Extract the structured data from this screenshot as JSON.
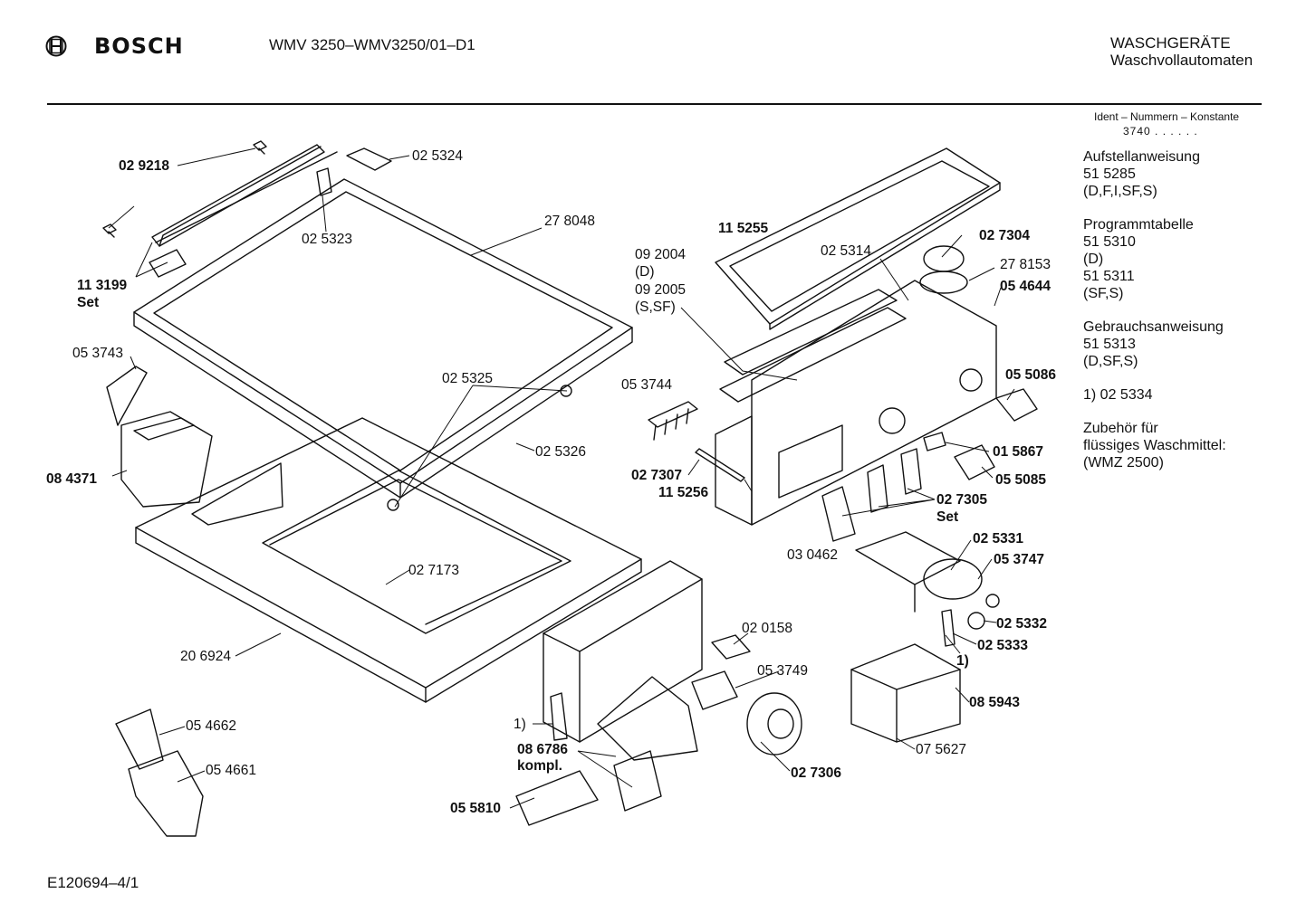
{
  "header": {
    "brand": "BOSCH",
    "model": "WMV 3250–WMV3250/01–D1",
    "category_line1": "WASCHGERÄTE",
    "category_line2": "Waschvollautomaten"
  },
  "ident": {
    "title": "Ident – Nummern – Konstante",
    "value": "3740  .  .  .  .  .  ."
  },
  "side_notes": [
    {
      "lines": [
        "Aufstellanweisung",
        "51 5285",
        "(D,F,I,SF,S)"
      ]
    },
    {
      "lines": [
        "Programmtabelle",
        "51 5310",
        "(D)",
        "51 5311",
        "(SF,S)"
      ]
    },
    {
      "lines": [
        "Gebrauchsanweisung",
        "51 5313",
        "(D,SF,S)"
      ]
    },
    {
      "lines": [
        "1)  02 5334"
      ]
    },
    {
      "lines": [
        "Zubehör für",
        "flüssiges Waschmittel:",
        "(WMZ 2500)"
      ]
    }
  ],
  "part_labels": [
    "02 9218",
    "02 5324",
    "02 5323",
    "11 3199",
    "Set",
    "27 8048",
    "05 3743",
    "08 4371",
    "02 5325",
    "02 5326",
    "02 7173",
    "20 6924",
    "05 4662",
    "05 4661",
    "09 2004",
    "(D)",
    "09 2005",
    "(S,SF)",
    "05 3744",
    "11 5255",
    "02 5314",
    "02 7304",
    "27 8153",
    "05 4644",
    "05 5086",
    "01 5867",
    "05 5085",
    "02 7307",
    "11 5256",
    "02 7305",
    "Set",
    "03 0462",
    "02 5331",
    "05 3747",
    "02 5332",
    "02 5333",
    "1)",
    "02 0158",
    "05 3749",
    "1)",
    "08 6786",
    "kompl.",
    "02 7306",
    "08 5943",
    "07 5627",
    "05 5810"
  ],
  "footer": {
    "code": "E120694–4/1"
  },
  "icons": {
    "logo": "bosch-armature-logo-icon"
  }
}
